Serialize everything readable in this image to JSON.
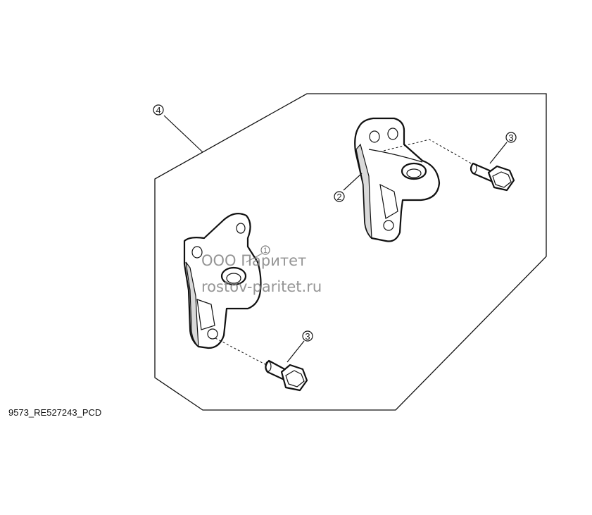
{
  "callouts": [
    {
      "id": "c4",
      "label": "4"
    },
    {
      "id": "c2",
      "label": "2"
    },
    {
      "id": "c3a",
      "label": "3"
    },
    {
      "id": "c3b",
      "label": "3"
    },
    {
      "id": "c1",
      "label": "1"
    }
  ],
  "watermark": {
    "line1": "ООО Паритет",
    "line2": "rostov-paritet.ru"
  },
  "figure_id": "9573_RE527243_PCD"
}
